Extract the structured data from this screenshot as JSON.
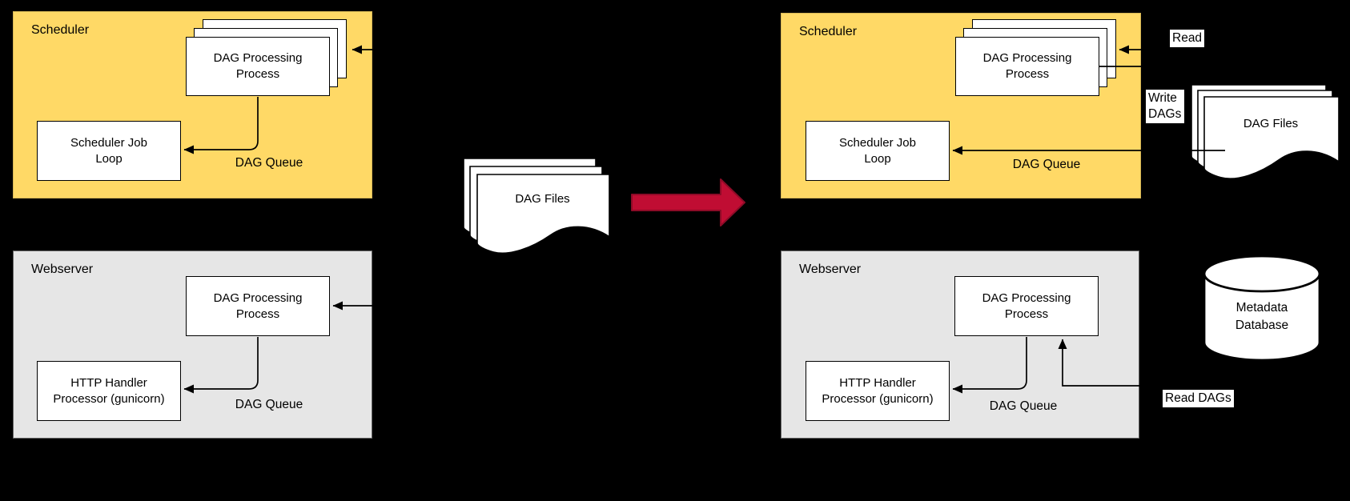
{
  "diagram": {
    "left": {
      "scheduler": {
        "title": "Scheduler",
        "process": "DAG Processing Process",
        "job_loop": "Scheduler Job Loop",
        "queue": "DAG Queue"
      },
      "webserver": {
        "title": "Webserver",
        "process": "DAG Processing Process",
        "handler": "HTTP Handler Processor (gunicorn)",
        "queue": "DAG Queue"
      }
    },
    "middle": {
      "dag_files": "DAG Files"
    },
    "right": {
      "scheduler": {
        "title": "Scheduler",
        "process": "DAG Processing Process",
        "job_loop": "Scheduler Job Loop",
        "queue": "DAG Queue"
      },
      "webserver": {
        "title": "Webserver",
        "process": "DAG Processing Process",
        "handler": "HTTP Handler Processor (gunicorn)",
        "queue": "DAG Queue"
      },
      "labels": {
        "read": "Read",
        "write_dags": "Write DAGs",
        "read_dags": "Read DAGs"
      },
      "dag_files": "DAG Files",
      "database": "Metadata Database"
    },
    "icons": {
      "transition_arrow": "red-right-arrow-icon",
      "dag_files": "document-stack-icon",
      "database": "database-cylinder-icon"
    },
    "colors": {
      "scheduler_fill": "#FFD966",
      "scheduler_border": "#D6B656",
      "webserver_fill": "#E6E6E6",
      "webserver_border": "#666666",
      "transition_arrow_red": "#C00D33",
      "background": "#000000",
      "line": "#000000",
      "node_fill": "#FFFFFF"
    }
  }
}
